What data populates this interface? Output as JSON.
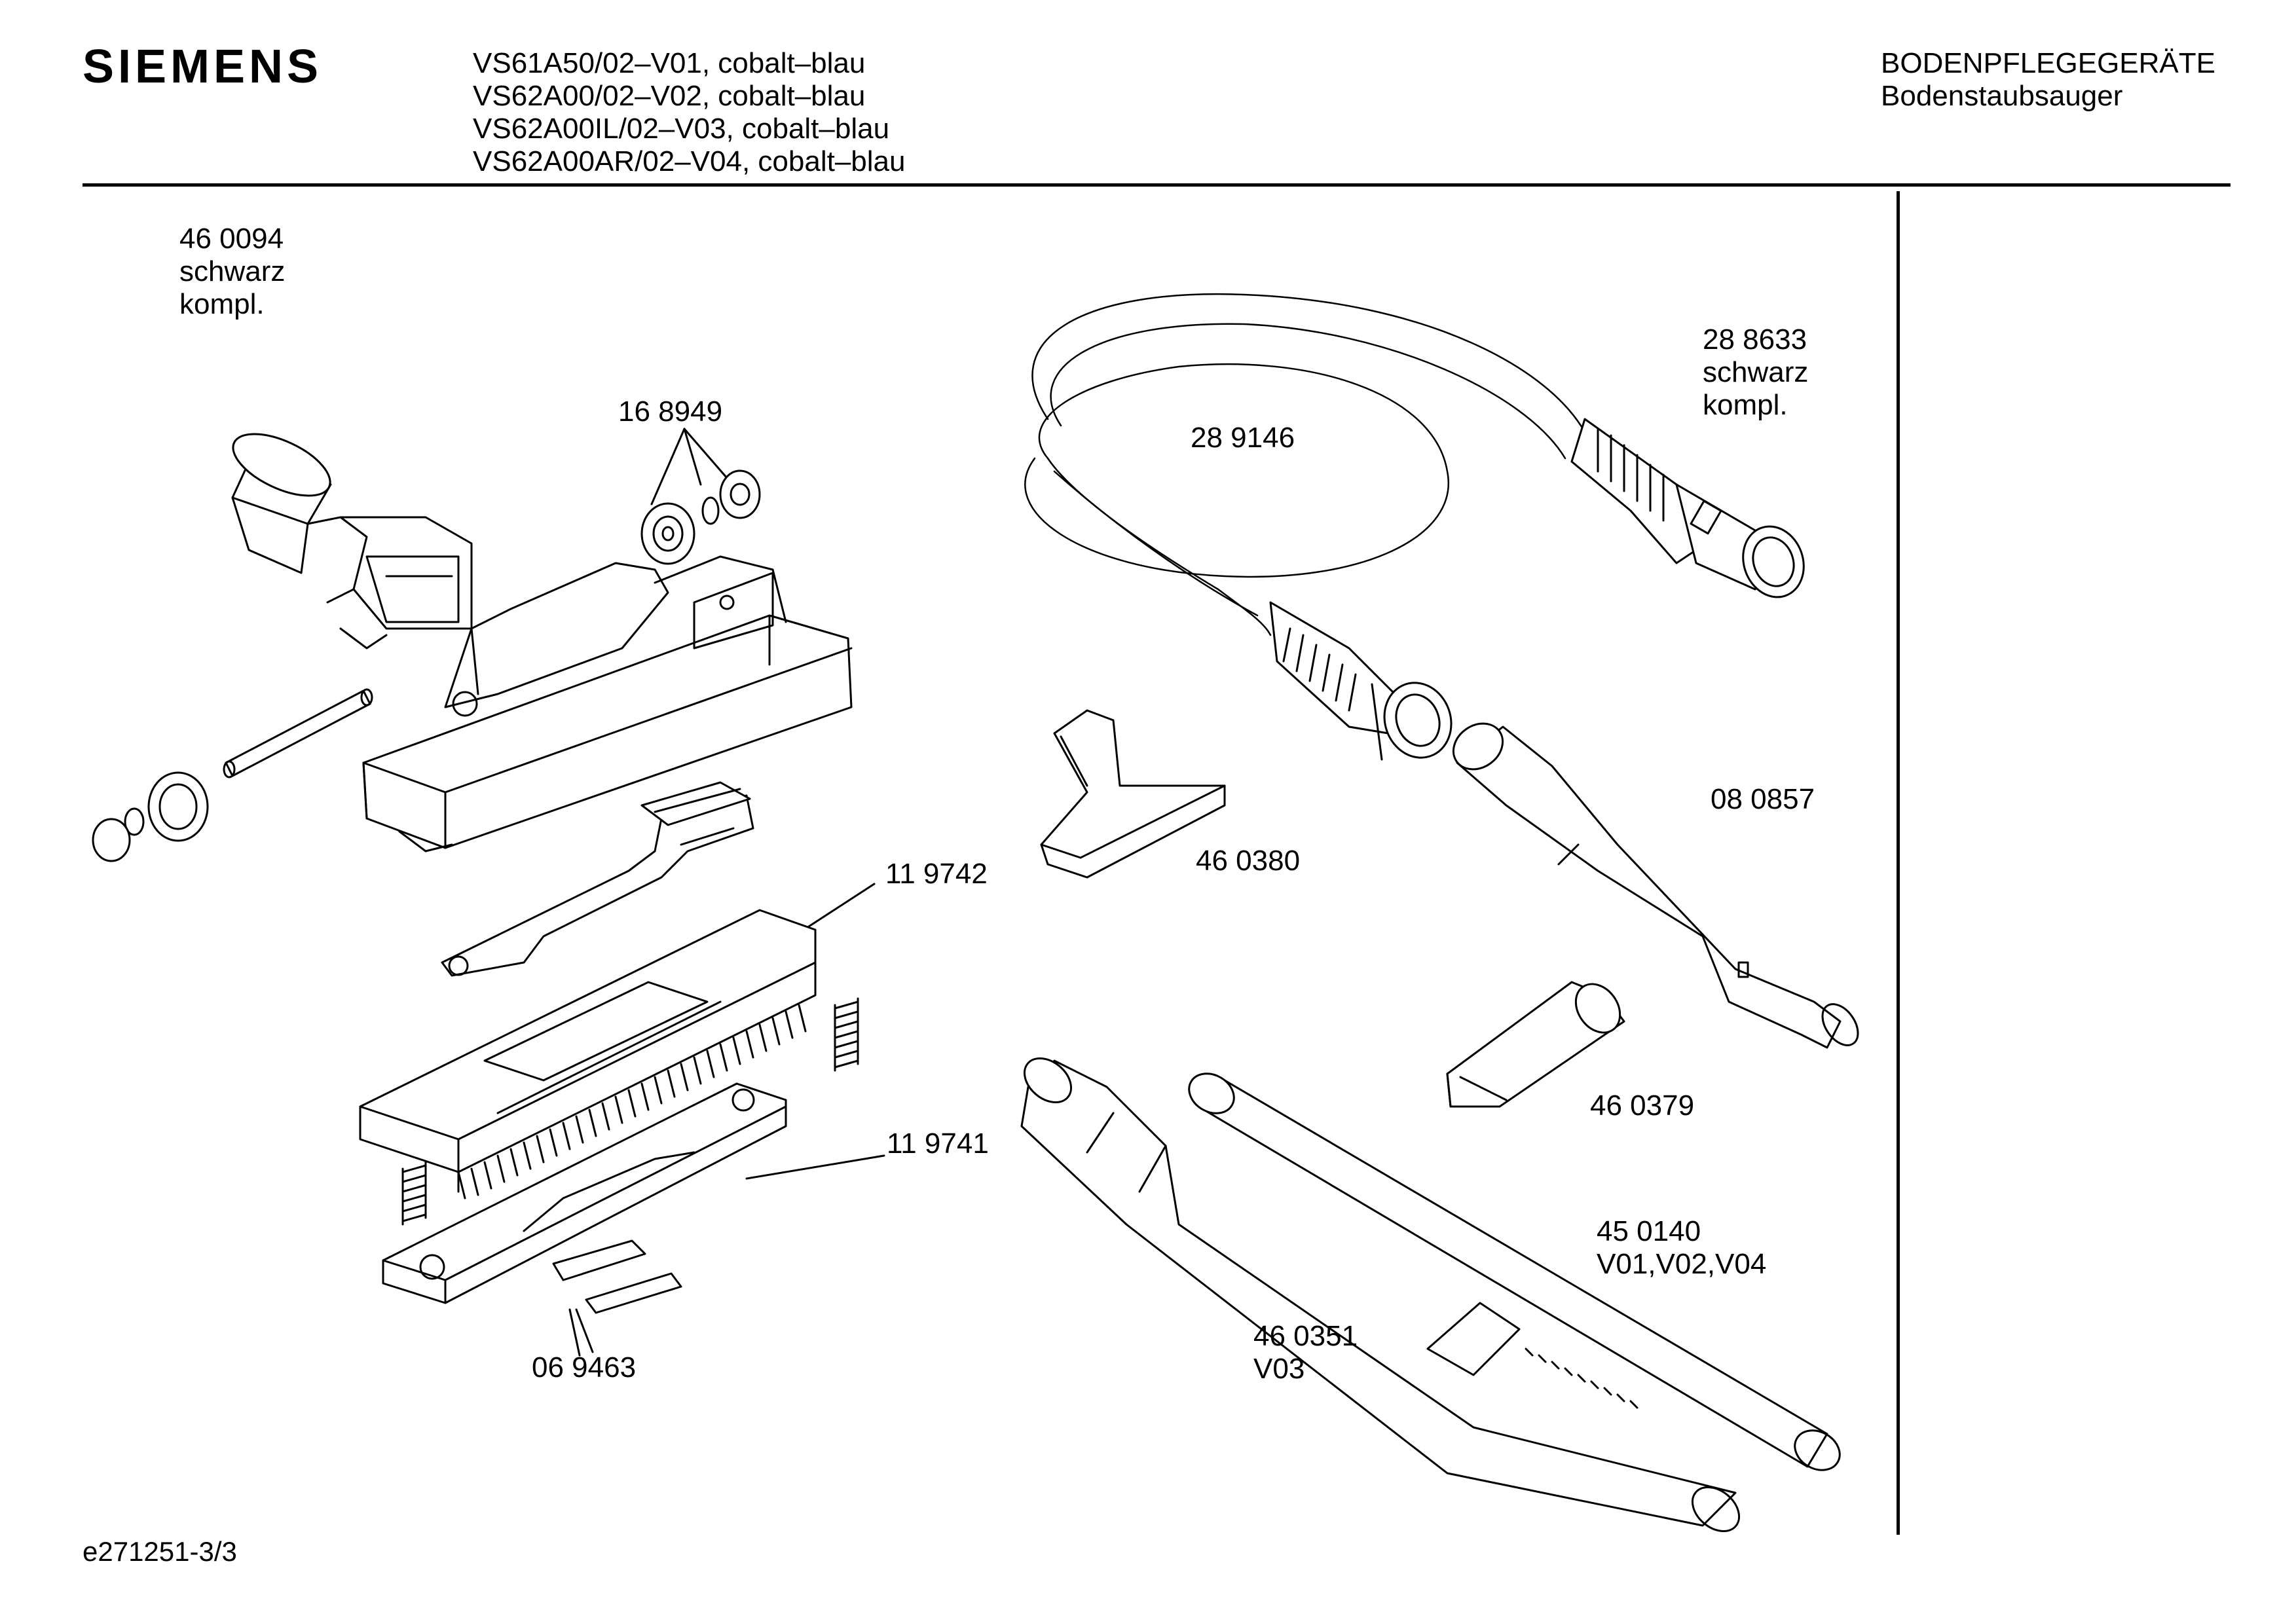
{
  "header": {
    "brand": "SIEMENS",
    "models": [
      "VS61A50/02–V01, cobalt–blau",
      "VS62A00/02–V02, cobalt–blau",
      "VS62A00IL/02–V03, cobalt–blau",
      "VS62A00AR/02–V04, cobalt–blau"
    ],
    "category": "BODENPFLEGEGERÄTE",
    "subcategory": "Bodenstaubsauger"
  },
  "parts": {
    "p460094": [
      "46 0094",
      "schwarz",
      "kompl."
    ],
    "p168949": "16 8949",
    "p289146": "28 9146",
    "p288633": [
      "28 8633",
      "schwarz",
      "kompl."
    ],
    "p119742": "11 9742",
    "p460380": "46 0380",
    "p080857": "08 0857",
    "p460379": "46 0379",
    "p119741": "11 9741",
    "p450140": [
      "45 0140",
      "V01,V02,V04"
    ],
    "p460351": [
      "46 0351",
      "V03"
    ],
    "p069463": "06 9463"
  },
  "footer": {
    "doc_id": "e271251-3/3"
  }
}
